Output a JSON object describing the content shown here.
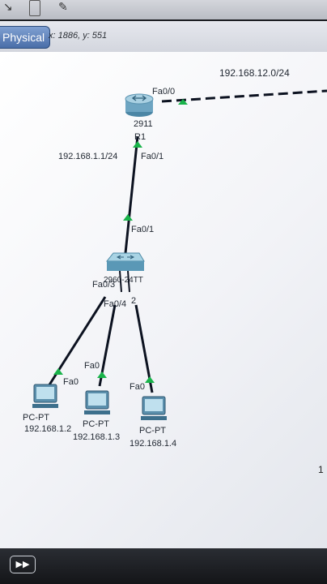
{
  "statusbar": {
    "mode": "Physical",
    "coords": "x: 1886, y: 551"
  },
  "network": {
    "remote_subnet": "192.168.12.0/24",
    "lan_ip": "192.168.1.1/24"
  },
  "router": {
    "model": "2911",
    "name": "R1",
    "port_up": "Fa0/0",
    "port_down": "Fa0/1"
  },
  "switch": {
    "model": "2960-24TT",
    "port_up": "Fa0/1",
    "port_3": "Fa0/3",
    "port_4": "Fa0/4",
    "port_2_hint": "2"
  },
  "pcs": [
    {
      "type": "PC-PT",
      "ip": "192.168.1.2",
      "port": "Fa0"
    },
    {
      "type": "PC-PT",
      "ip": "192.168.1.3",
      "port": "Fa0"
    },
    {
      "type": "PC-PT",
      "ip": "192.168.1.4",
      "port": "Fa0"
    }
  ],
  "edge_text": "1",
  "controls": {
    "play": "▶▶"
  },
  "colors": {
    "link_up": "#19b34a",
    "cable": "#0c1220"
  }
}
